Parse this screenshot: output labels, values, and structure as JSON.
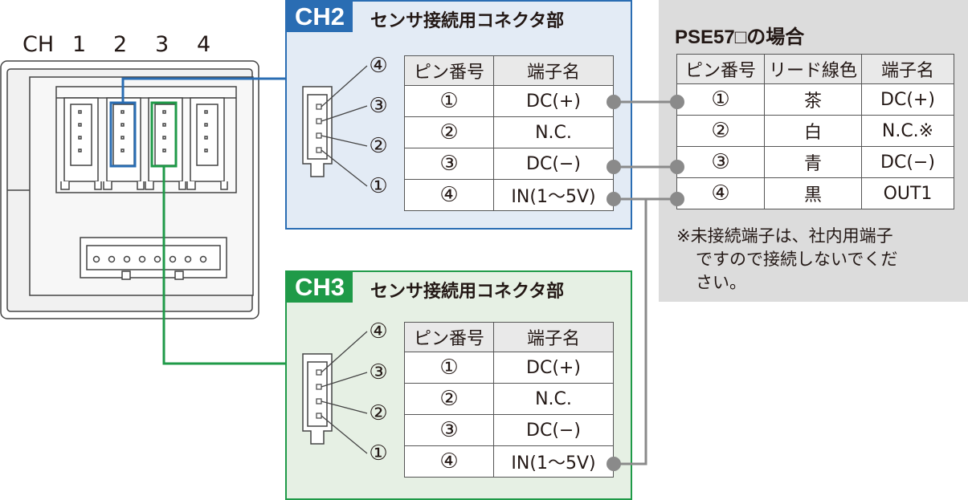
{
  "channels_header": {
    "prefix": "CH",
    "numbers": [
      "1",
      "2",
      "3",
      "4"
    ]
  },
  "ch2": {
    "tag": "CH2",
    "title": "センサ接続用コネクタ部",
    "table": {
      "headers": [
        "ピン番号",
        "端子名"
      ],
      "rows": [
        {
          "pin": "①",
          "name": "DC(+)"
        },
        {
          "pin": "②",
          "name": "N.C."
        },
        {
          "pin": "③",
          "name": "DC(−)"
        },
        {
          "pin": "④",
          "name": "IN(1〜5V)"
        }
      ]
    },
    "connector_pins": [
      "④",
      "③",
      "②",
      "①"
    ]
  },
  "ch3": {
    "tag": "CH3",
    "title": "センサ接続用コネクタ部",
    "table": {
      "headers": [
        "ピン番号",
        "端子名"
      ],
      "rows": [
        {
          "pin": "①",
          "name": "DC(+)"
        },
        {
          "pin": "②",
          "name": "N.C."
        },
        {
          "pin": "③",
          "name": "DC(−)"
        },
        {
          "pin": "④",
          "name": "IN(1〜5V)"
        }
      ]
    },
    "connector_pins": [
      "④",
      "③",
      "②",
      "①"
    ]
  },
  "pse57": {
    "title": "PSE57□の場合",
    "table": {
      "headers": [
        "ピン番号",
        "リード線色",
        "端子名"
      ],
      "rows": [
        {
          "pin": "①",
          "color": "茶",
          "name": "DC(+)"
        },
        {
          "pin": "②",
          "color": "白",
          "name": "N.C.※"
        },
        {
          "pin": "③",
          "color": "青",
          "name": "DC(−)"
        },
        {
          "pin": "④",
          "color": "黒",
          "name": "OUT1"
        }
      ]
    },
    "note_lines": [
      "※未接続端子は、社内用端子",
      "ですので接続しないでくだ",
      "さい。"
    ]
  },
  "colors": {
    "ch2": "#2a6db3",
    "ch3": "#1f9a48",
    "wire": "#8a8a8a",
    "gray_box": "#dcdcdc"
  }
}
